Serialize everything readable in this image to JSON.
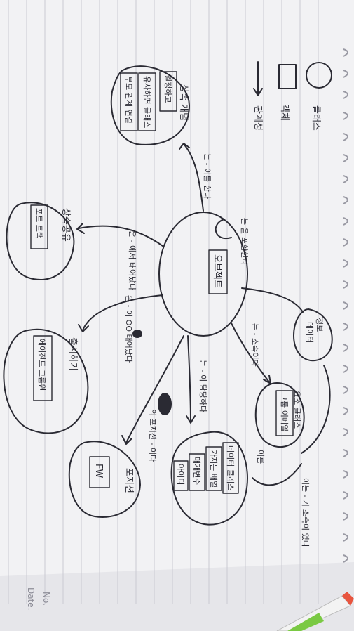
{
  "legend": {
    "circle_label": "클래스",
    "rect_label": "객체",
    "arrow_label": "관계성"
  },
  "nodes": {
    "center": "오브젝트",
    "top": "상속 개념",
    "top_box1": "일정하고",
    "top_box2": "유사하면 클래스",
    "top_box3": "부모 관계 연결",
    "left_upper": "상속공유",
    "left_upper_box": "포트 트랙",
    "left_lower": "출시하기",
    "left_lower_box": "에이전트 그룹원",
    "bottom": "포지션",
    "bottom_box": "FW",
    "right_upper": "정보",
    "right_upper_box": "데이터",
    "right_mid": "요소 클래스",
    "right_mid_box": "그룹 이메일",
    "right_lower": "이름",
    "right_lower_box1": "데이터 클래스",
    "right_lower_box2": "가지는 배열",
    "right_lower_box3": "매개변수",
    "right_lower_box4": "아이디"
  },
  "edges": {
    "self_loop": "는 을 포함한다",
    "to_top": "는 - 이를 한다",
    "to_left_upper": "은 - 에서 태어났다",
    "to_left_lower": "은 - 이 OO 태어났다",
    "to_bottom_a": "는 - 이 담당하다",
    "to_bottom_b": "의 포지션 - 이다",
    "to_right_mid": "는 - 소속이다",
    "right_cycle": "이는 - 가 소속이 있다"
  },
  "margin": {
    "no_label": "No.",
    "date_label": "Date."
  }
}
